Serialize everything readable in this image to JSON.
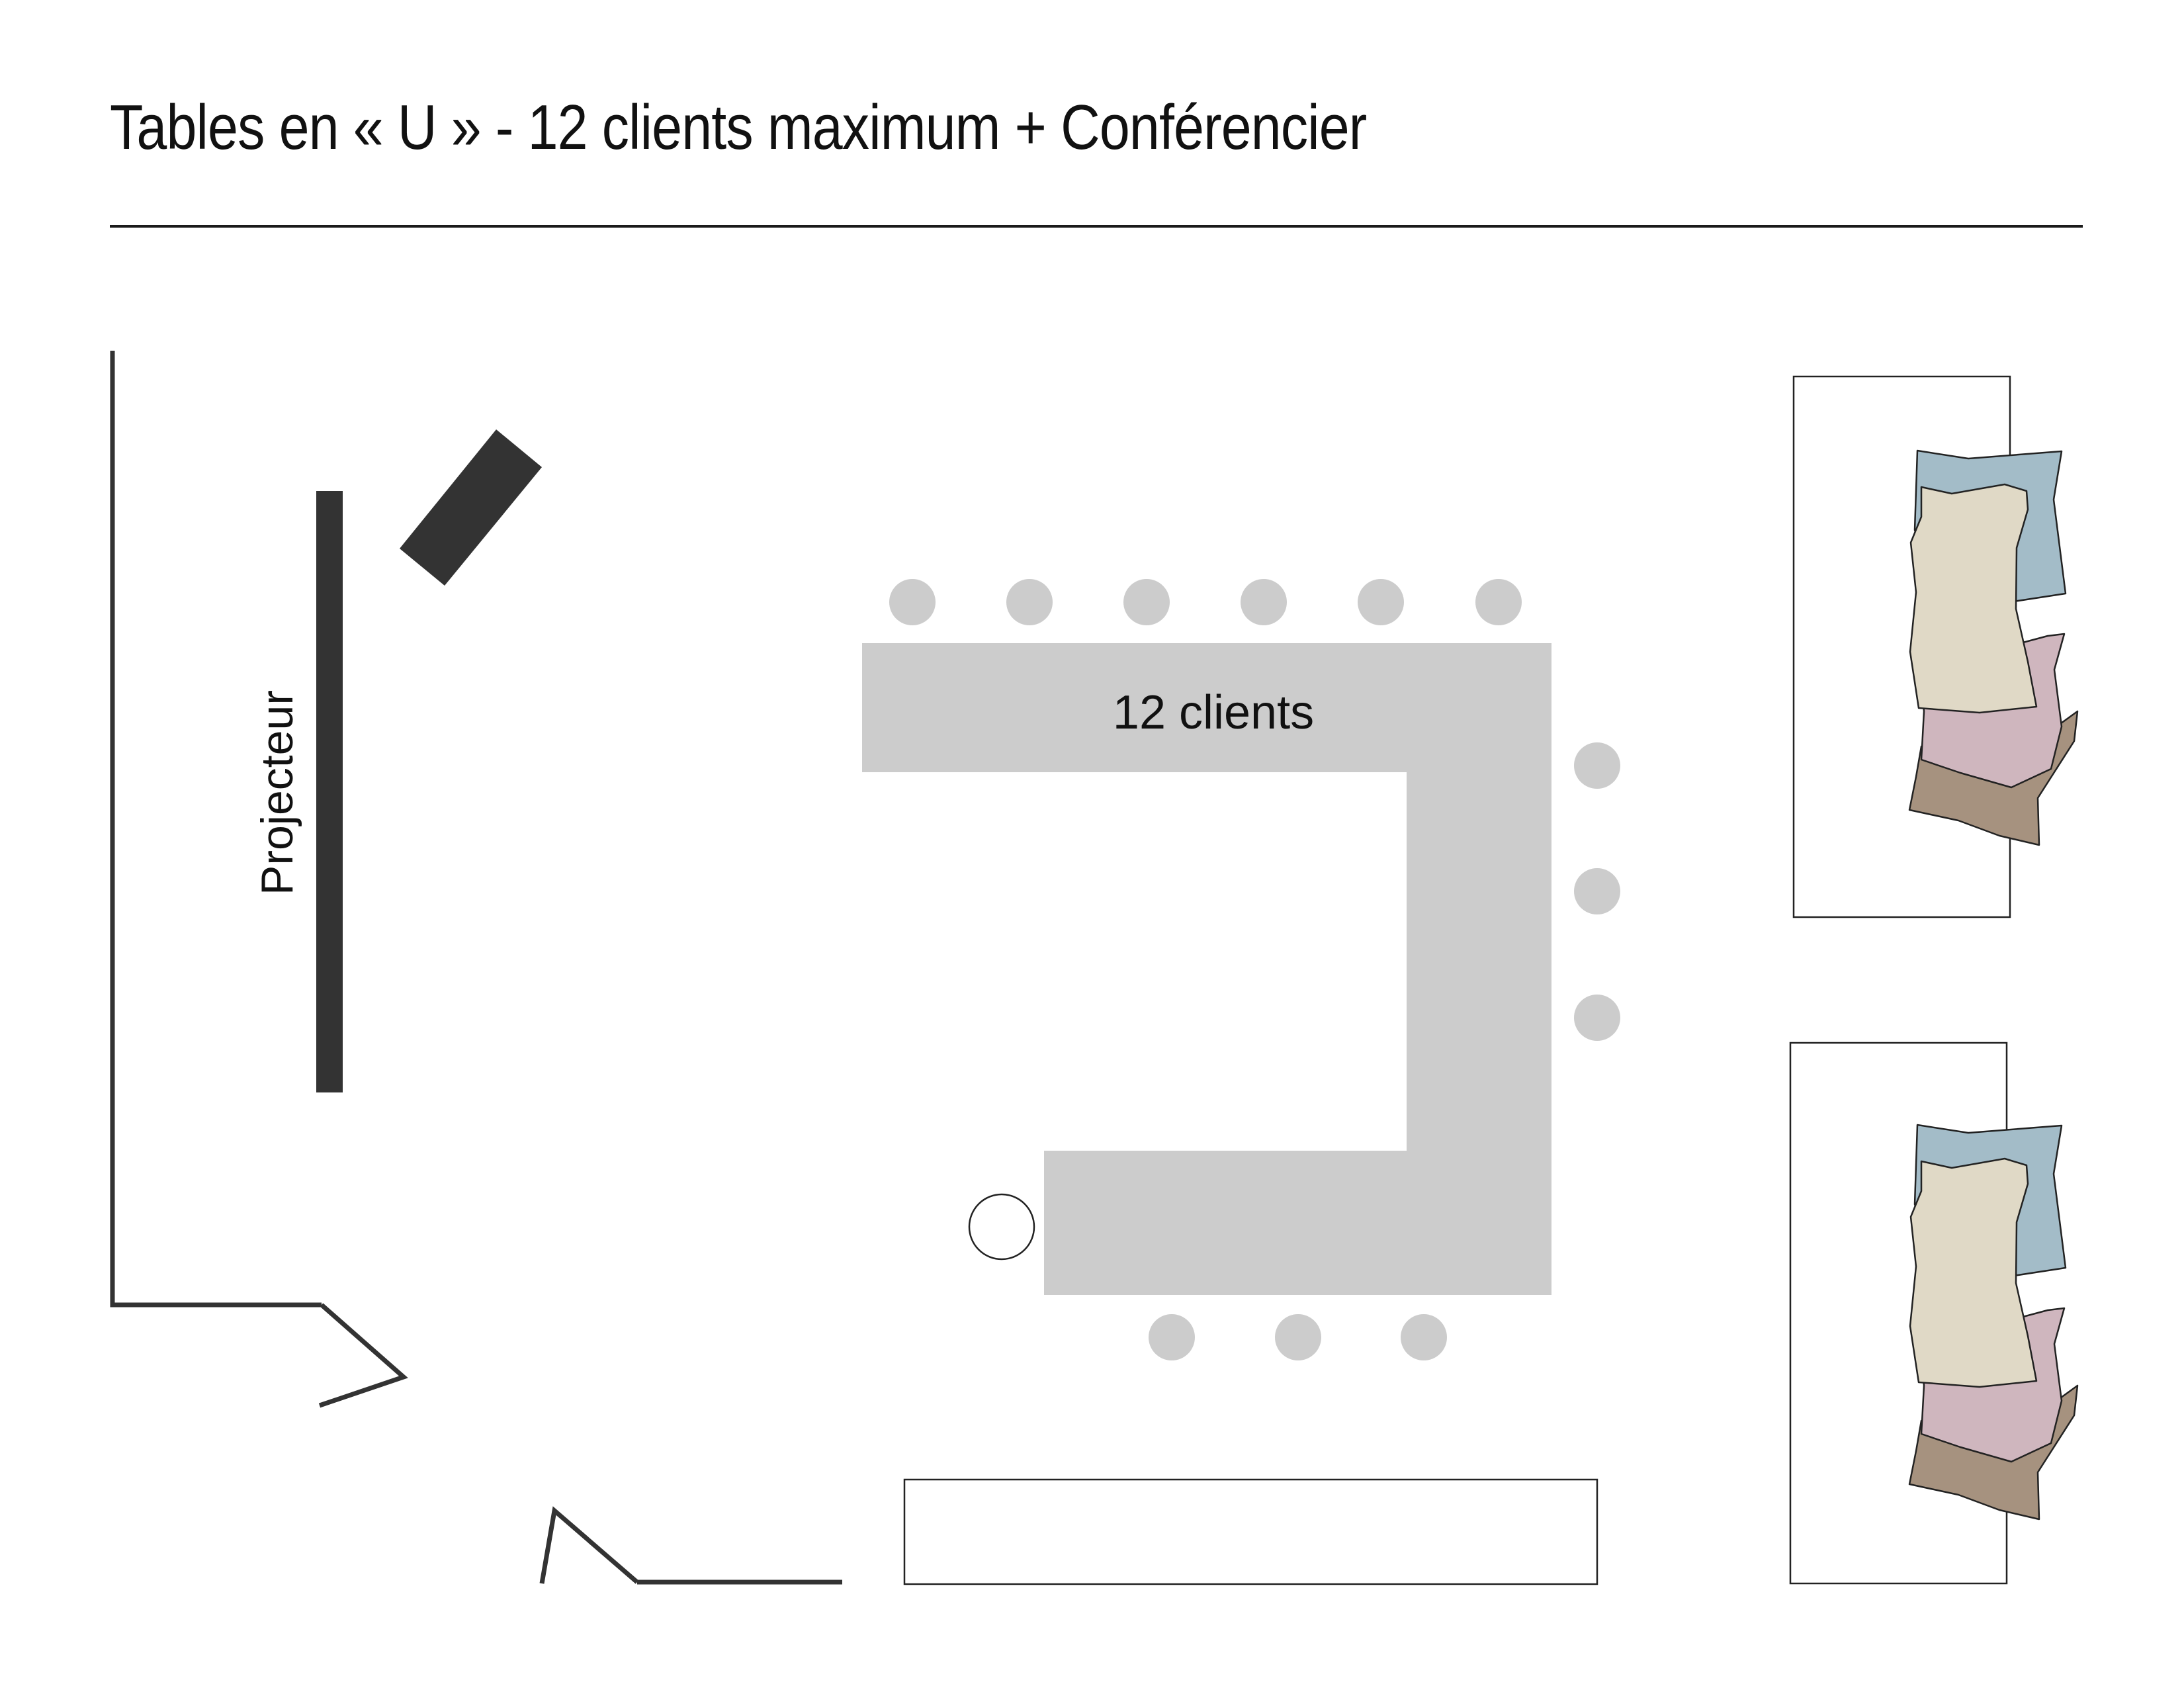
{
  "title": "Tables en « U » - 12 clients maximum + Conférencier",
  "labels": {
    "projector": "Projecteur",
    "table": "12 clients"
  },
  "colors": {
    "wall": "#333333",
    "table": "#cccccc",
    "chair": "#cccccc",
    "speaker_chair": "#ffffff",
    "outline": "#222222",
    "pillow_blue": "#a3bcc8",
    "pillow_cream": "#e0d9c6",
    "pillow_pink": "#cfb6be",
    "pillow_brown": "#a6927f"
  },
  "icons": {
    "projector_screen": "projector-screen-icon",
    "projector": "projector-icon",
    "chair": "chair-icon",
    "speaker_chair": "speaker-chair-icon",
    "sofa": "sofa-icon",
    "pillow": "pillow-icon",
    "door": "door-icon"
  }
}
